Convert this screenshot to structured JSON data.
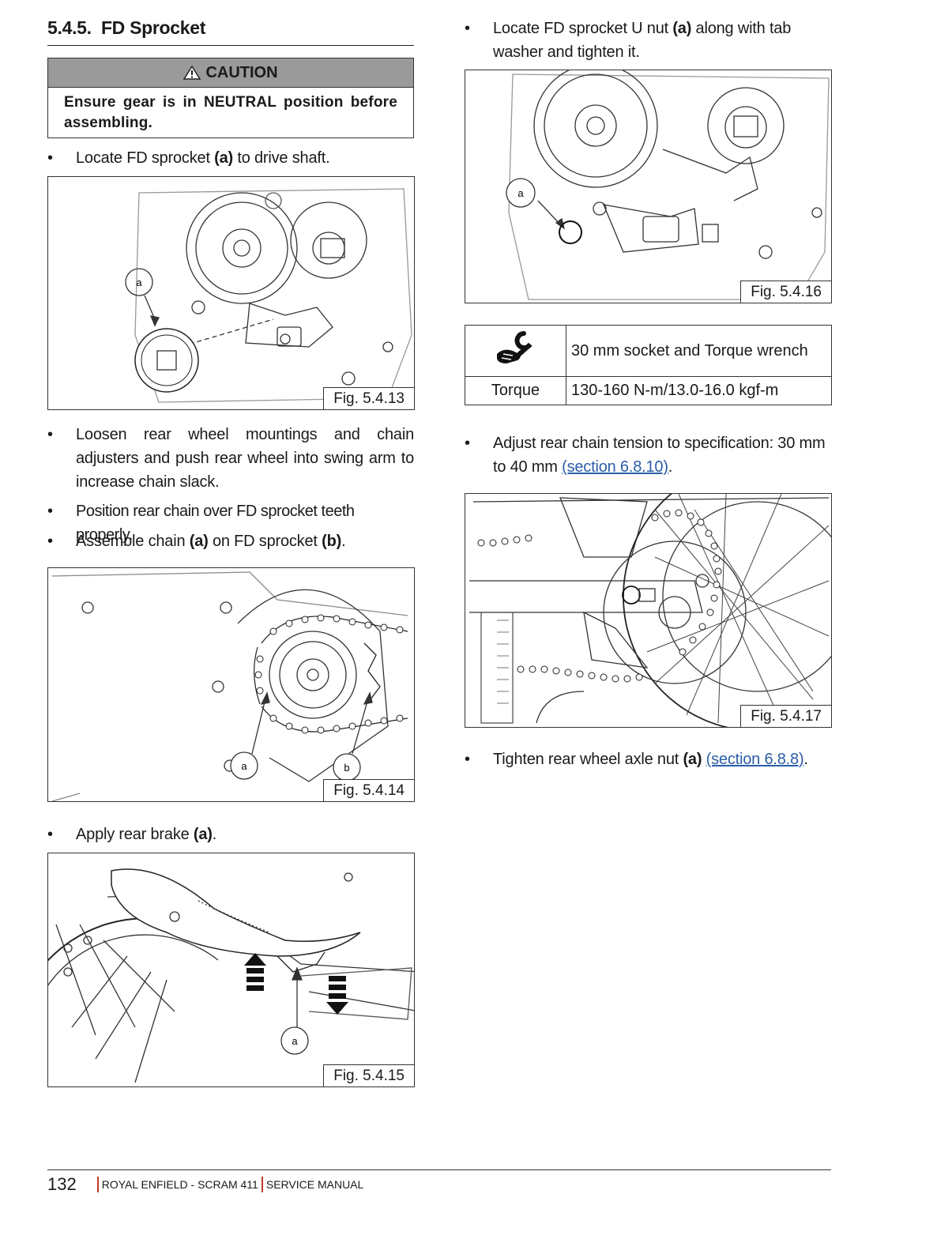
{
  "section": {
    "number": "5.4.5.",
    "title": "FD Sprocket"
  },
  "caution": {
    "label": "CAUTION",
    "text": "Ensure gear is in NEUTRAL position before assembling."
  },
  "left": {
    "b1": {
      "pre": "Locate FD sprocket ",
      "bold": "(a)",
      "post": " to drive shaft."
    },
    "fig13": "Fig. 5.4.13",
    "b2": "Loosen rear wheel mountings and chain adjusters and push rear wheel into swing arm to increase chain slack.",
    "b3": "Position rear chain over FD sprocket teeth properly.",
    "b4": {
      "pre": "Assemble chain ",
      "bold1": "(a)",
      "mid": " on FD sprocket ",
      "bold2": "(b)",
      "post": "."
    },
    "fig14": "Fig. 5.4.14",
    "b5": {
      "pre": "Apply rear brake ",
      "bold": "(a)",
      "post": "."
    },
    "fig15": "Fig. 5.4.15"
  },
  "right": {
    "b1": {
      "pre": "Locate FD sprocket U nut ",
      "bold": "(a)",
      "post": " along with tab washer and tighten it."
    },
    "fig16": "Fig. 5.4.16",
    "tool": {
      "icon": "wrench-hand-icon",
      "desc": "30 mm socket and Torque wrench",
      "torque_label": "Torque",
      "torque_value": "130-160 N-m/13.0-16.0 kgf-m"
    },
    "b2": {
      "text": "Adjust rear chain tension to specification: 30 mm to 40 mm ",
      "link": "(section 6.8.10)",
      "post": "."
    },
    "fig17": "Fig. 5.4.17",
    "b3": {
      "pre": "Tighten rear wheel axle nut ",
      "bold": "(a)",
      "mid": " ",
      "link": "(section 6.8.8)",
      "post": "."
    }
  },
  "callouts": {
    "a": "a",
    "b": "b"
  },
  "footer": {
    "page": "132",
    "brand": "ROYAL ENFIELD - SCRAM 411",
    "manual": "SERVICE MANUAL"
  }
}
